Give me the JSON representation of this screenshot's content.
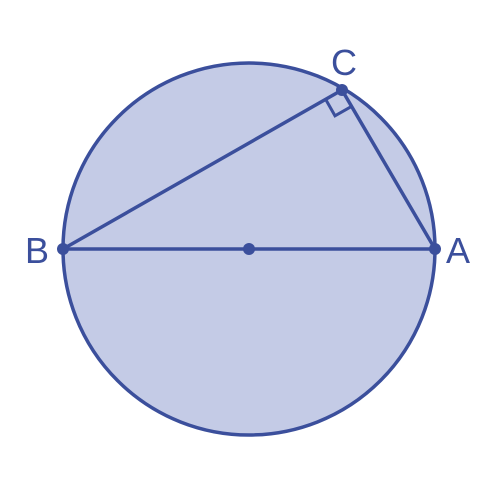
{
  "colors": {
    "stroke": "#3b4f9c",
    "fill": "#c4cbe6",
    "background": "#ffffff"
  },
  "labels": {
    "point_a": "A",
    "point_b": "B",
    "point_c": "C"
  }
}
